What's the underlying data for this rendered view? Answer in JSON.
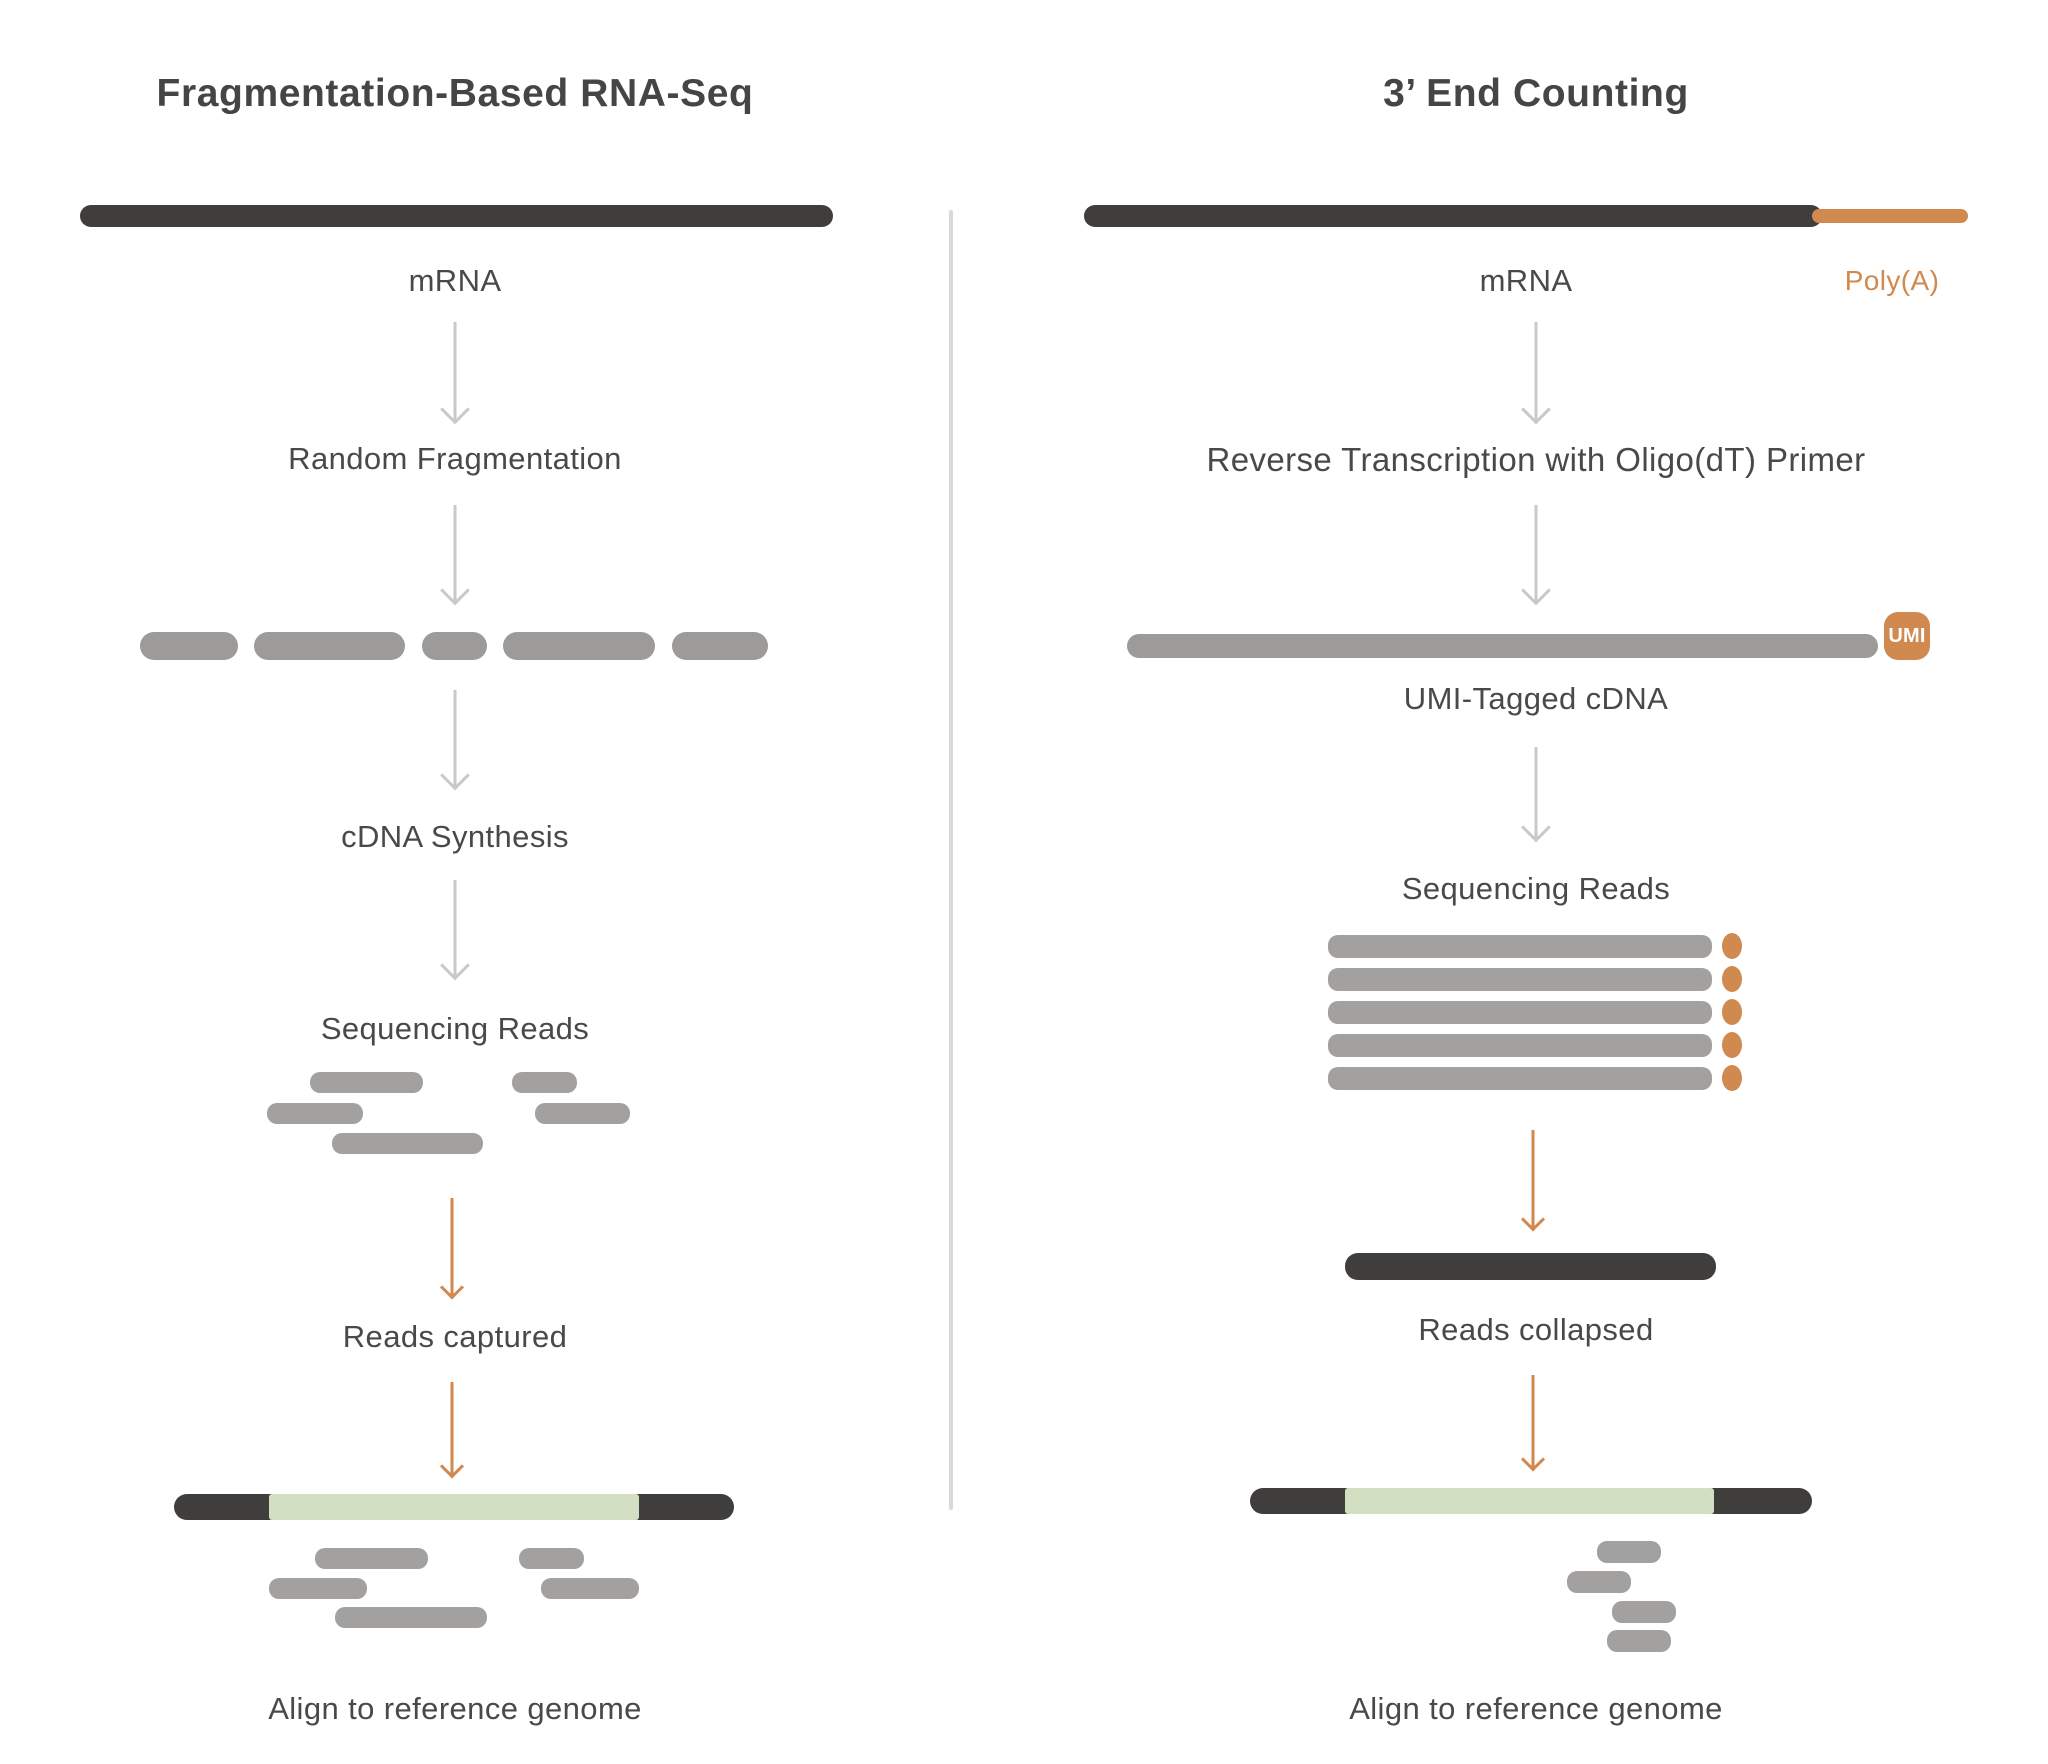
{
  "palette": {
    "dark": "#403d3d",
    "gray": "#9d9a9a",
    "read_gray": "#a3a0a0",
    "arrow_gray": "#c9c9c9",
    "orange": "#d0894f",
    "green": "#d2dfc2",
    "text": "#4b4848",
    "divider": "#d9d9d9",
    "background": "#ffffff"
  },
  "left_column": {
    "title": "Fragmentation-Based RNA-Seq",
    "mrna_label": "mRNA",
    "step_fragmentation": "Random Fragmentation",
    "step_cdna": "cDNA Synthesis",
    "step_reads": "Sequencing Reads",
    "step_captured": "Reads captured",
    "step_align": "Align to reference genome"
  },
  "right_column": {
    "title": "3’ End Counting",
    "mrna_label": "mRNA",
    "polya_label": "Poly(A)",
    "step_rt": "Reverse Transcription with Oligo(dT) Primer",
    "step_umi_cdna": "UMI-Tagged cDNA",
    "umi_badge": "UMI",
    "step_reads": "Sequencing Reads",
    "step_collapsed": "Reads collapsed",
    "step_align": "Align to reference genome"
  }
}
